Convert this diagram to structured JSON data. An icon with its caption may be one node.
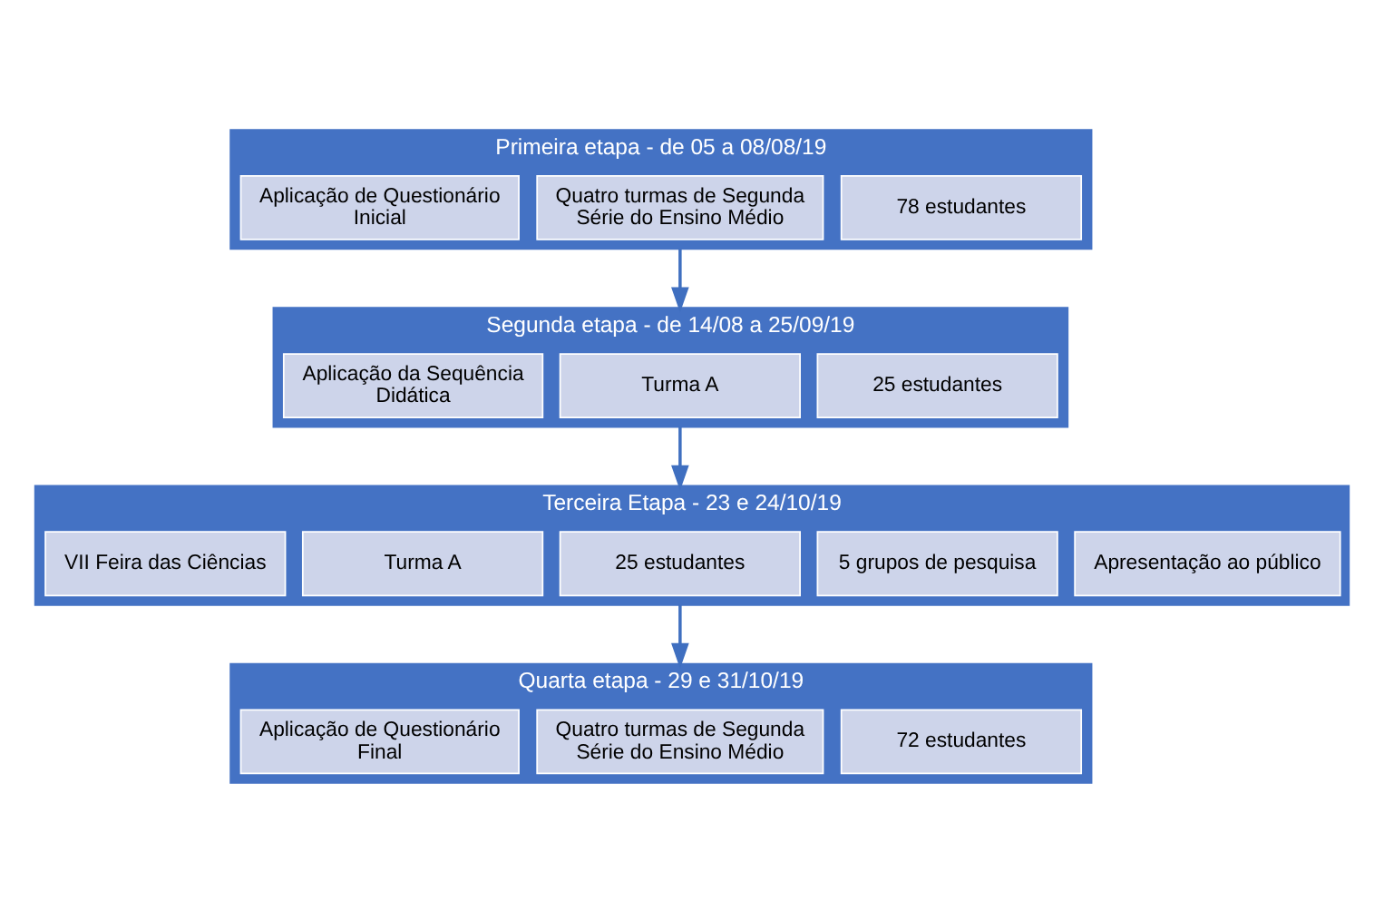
{
  "diagram": {
    "nodes": [
      {
        "text": [
          "Primeira etapa - de 05 a 08/08/19"
        ]
      },
      {
        "text": [
          "Aplicação de Questionário Inicial"
        ],
        "in": 0
      },
      {
        "text": [
          "Quatro turmas de Segunda Série do Ensino Médio"
        ],
        "in": 0
      },
      {
        "text": [
          "78 estudantes"
        ],
        "in": 0
      },
      {
        "text": [
          "Segunda etapa - de 14/08 a 25/09/19"
        ]
      },
      {
        "text": [
          "Aplicação da Sequência Didática"
        ],
        "in": 4
      },
      {
        "text": [
          "Turma A"
        ],
        "in": 4
      },
      {
        "text": [
          "25 estudantes"
        ],
        "in": 4
      },
      {
        "text": [
          "Terceira Etapa - 23 e 24/10/19"
        ]
      },
      {
        "text": [
          "VII Feira das Ciências"
        ],
        "in": 8
      },
      {
        "text": [
          "Turma A"
        ],
        "in": 8
      },
      {
        "text": [
          "25 estudantes"
        ],
        "in": 8
      },
      {
        "text": [
          "5 grupos de pesquisa"
        ],
        "in": 8
      },
      {
        "text": [
          "Apresentação ao público"
        ],
        "in": 8
      },
      {
        "text": [
          "Quarta etapa - 29 e 31/10/19"
        ]
      },
      {
        "text": [
          "Aplicação de Questionário Final"
        ],
        "in": 14
      },
      {
        "text": [
          "Quatro turmas de Segunda Série do Ensino Médio"
        ],
        "in": 14
      },
      {
        "text": [
          "72 estudantes"
        ],
        "in": 14
      }
    ],
    "edges": [
      {
        "from": 0,
        "to": 4,
        "arrow": "to"
      },
      {
        "from": 4,
        "to": 8,
        "arrow": "to"
      },
      {
        "from": 8,
        "to": 14,
        "arrow": "to"
      }
    ]
  }
}
